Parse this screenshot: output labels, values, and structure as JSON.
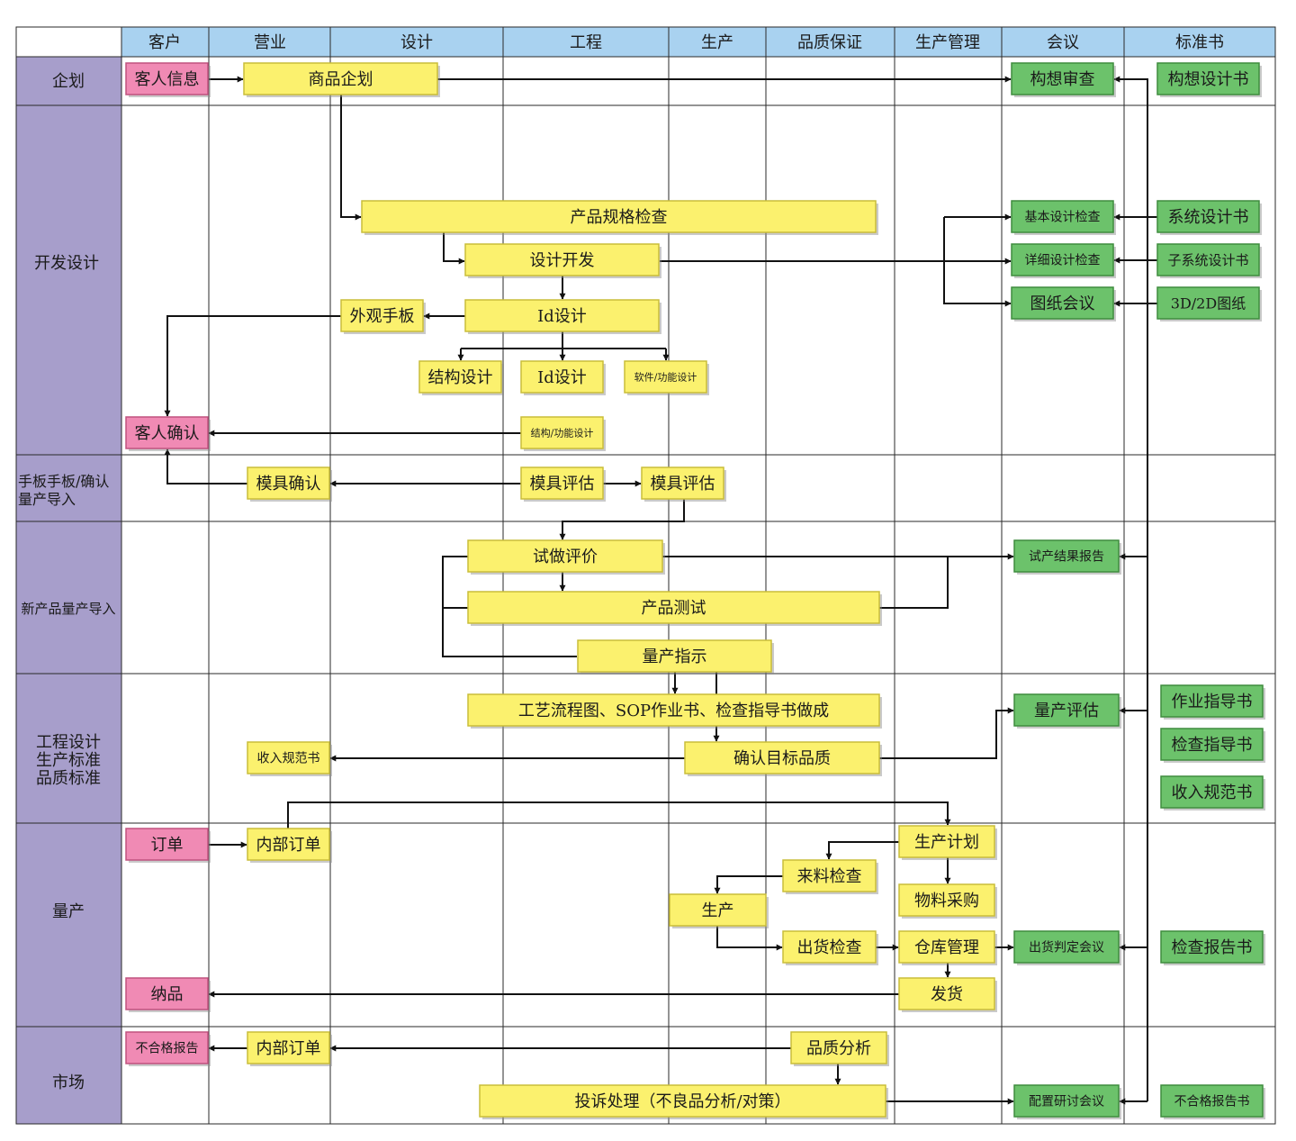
{
  "colors": {
    "column_header": "#a9d2f0",
    "row_header": "#a79ecb",
    "customer_node": "#f08ab4",
    "process_node": "#fbf16e",
    "document_node": "#6cc26b"
  },
  "columns": [
    "客户",
    "营业",
    "设计",
    "工程",
    "生产",
    "品质保证",
    "生产管理",
    "会议",
    "标准书"
  ],
  "rows": [
    [
      "企划"
    ],
    [
      "开发设计"
    ],
    [
      "手板手板/确认",
      "量产导入"
    ],
    [
      "新产品量产导入"
    ],
    [
      "工程设计",
      "生产标准",
      "品质标准"
    ],
    [
      "量产"
    ],
    [
      "市场"
    ]
  ],
  "nodes": {
    "n1": "客人信息",
    "n2": "商品企划",
    "n3": "构想审查",
    "n4": "构想设计书",
    "n5": "产品规格检查",
    "n6": "基本设计检查",
    "n7": "系统设计书",
    "n8": "设计开发",
    "n9": "详细设计检查",
    "n10": "子系统设计书",
    "n11": "外观手板",
    "n12": "Id设计",
    "n13": "图纸会议",
    "n14": "3D/2D图纸",
    "n15": "结构设计",
    "n16": "Id设计",
    "n17": "软件/功能设计",
    "n18": "客人确认",
    "n19": "结构/功能设计",
    "n20": "模具确认",
    "n21": "模具评估",
    "n22": "模具评估",
    "n23": "试做评价",
    "n24": "试产结果报告",
    "n25": "产品测试",
    "n26": "量产指示",
    "n27": "工艺流程图、SOP作业书、检查指导书做成",
    "n28": "量产评估",
    "n29": "作业指导书",
    "n30": "收入规范书",
    "n31": "确认目标品质",
    "n32": "检查指导书",
    "n33": "收入规范书",
    "n34": "订单",
    "n35": "内部订单",
    "n36": "生产计划",
    "n37": "来料检查",
    "n38": "物料采购",
    "n39": "生产",
    "n40": "出货检查",
    "n41": "仓库管理",
    "n42": "出货判定会议",
    "n43": "检查报告书",
    "n44": "纳品",
    "n45": "发货",
    "n46": "不合格报告",
    "n47": "内部订单",
    "n48": "品质分析",
    "n49": "投诉处理（不良品分析/对策）",
    "n50": "配置研讨会议",
    "n51": "不合格报告书"
  }
}
